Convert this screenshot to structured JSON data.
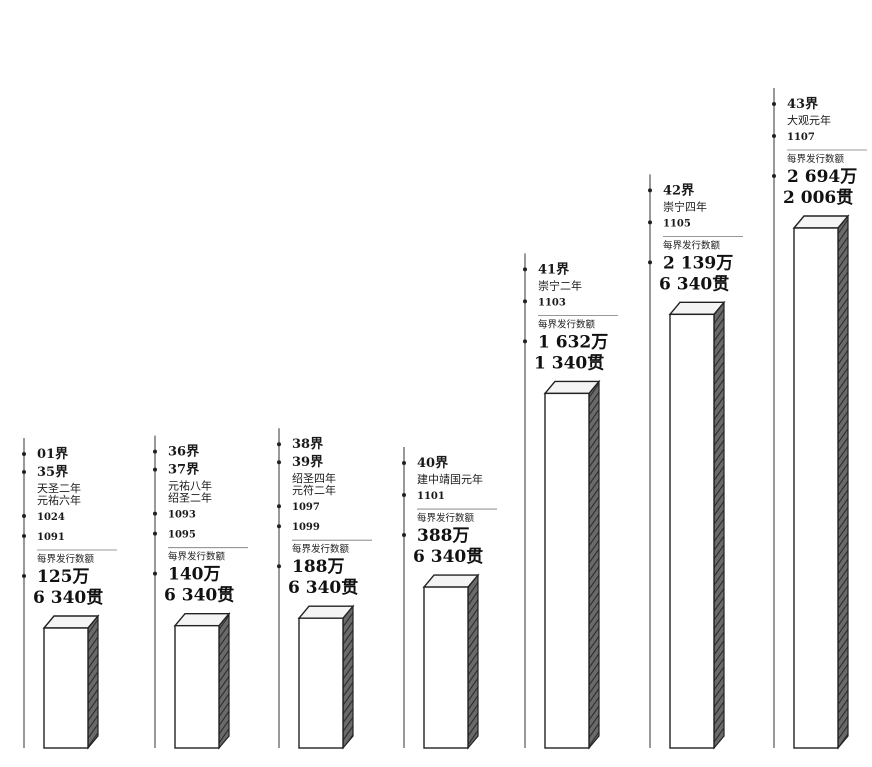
{
  "chart_data": {
    "type": "bar",
    "unit_label": "每界发行数额",
    "categories": [
      {
        "events": [
          {
            "period": "01界",
            "era": [],
            "year": ""
          },
          {
            "period": "35界",
            "era": [
              "天圣二年",
              "元祐六年"
            ],
            "year": "1024"
          },
          {
            "period": "",
            "era": [],
            "year": "1091"
          }
        ],
        "amount": [
          "125万",
          "6 340贯"
        ],
        "value": 1256340
      },
      {
        "events": [
          {
            "period": "36界",
            "era": [],
            "year": ""
          },
          {
            "period": "37界",
            "era": [
              "元祐八年",
              "绍圣二年"
            ],
            "year": "1093"
          },
          {
            "period": "",
            "era": [],
            "year": "1095"
          }
        ],
        "amount": [
          "140万",
          "6 340贯"
        ],
        "value": 1406340
      },
      {
        "events": [
          {
            "period": "38界",
            "era": [],
            "year": ""
          },
          {
            "period": "39界",
            "era": [
              "绍圣四年",
              "元符二年"
            ],
            "year": "1097"
          },
          {
            "period": "",
            "era": [],
            "year": "1099"
          }
        ],
        "amount": [
          "188万",
          "6 340贯"
        ],
        "value": 1886340
      },
      {
        "events": [
          {
            "period": "40界",
            "era": [
              "建中靖国元年"
            ],
            "year": "1101"
          }
        ],
        "amount": [
          "388万",
          "6 340贯"
        ],
        "value": 3886340
      },
      {
        "events": [
          {
            "period": "41界",
            "era": [
              "崇宁二年"
            ],
            "year": "1103"
          }
        ],
        "amount": [
          "1 632万",
          "1 340贯"
        ],
        "value": 16321340
      },
      {
        "events": [
          {
            "period": "42界",
            "era": [
              "崇宁四年"
            ],
            "year": "1105"
          }
        ],
        "amount": [
          "2 139万",
          "6 340贯"
        ],
        "value": 21396340
      },
      {
        "events": [
          {
            "period": "43界",
            "era": [
              "大观元年"
            ],
            "year": "1107"
          }
        ],
        "amount": [
          "2 694万",
          "2 006贯"
        ],
        "value": 26942006
      }
    ]
  }
}
